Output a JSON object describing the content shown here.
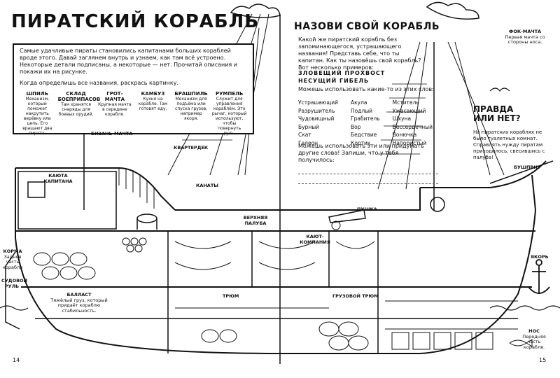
{
  "left": {
    "title": "ПИРАТСКИЙ КОРАБЛЬ",
    "intro_p1": "Самые удачливые пираты становились капитанами больших кораблей вроде этого. Давай заглянем внутрь и узнаем, как там всё устроено. Некоторые детали подписаны, а некоторые — нет. Прочитай описания и покажи их на рисунке.",
    "intro_p2": "Когда определишь все названия, раскрась картинку.",
    "terms": [
      {
        "title": "ШПИЛЬ",
        "desc": "Механизм, который поможет накрутить верёвку или цепь. Его вращают два пирата."
      },
      {
        "title": "СКЛАД БОЕПРИПАСОВ",
        "desc": "Там хранятся снаряды для боевых орудий."
      },
      {
        "title": "ГРОТ-МАЧТА",
        "desc": "Крупная мачта в середине корабля."
      },
      {
        "title": "КАМБУЗ",
        "desc": "Кухня на корабле. Там готовят еду."
      },
      {
        "title": "БРАШПИЛЬ",
        "desc": "Механизм для подъёма или спуска грузов, например якоря."
      },
      {
        "title": "РУМПЕЛЬ",
        "desc": "Служит для управления кораблём. Это рычаг, который используют, чтобы повернуть руль."
      }
    ],
    "page_number": "14"
  },
  "right": {
    "title": "НАЗОВИ СВОЙ КОРАБЛЬ",
    "intro": "Какой же пиратский корабль без запоминающегося, устрашающего названия! Представь себе, что ты капитан. Как ты назовёшь свой корабль? Вот несколько примеров:",
    "example1": "ЗЛОВЕЩИЙ ПРОХВОСТ",
    "example2": "НЕСУЩИЙ ГИБЕЛЬ",
    "can_use": "Можешь использовать какие-то из этих слов:",
    "words_col1": [
      "Устрашающий",
      "Разрушитель",
      "Чудовищный",
      "Бурный",
      "Скат",
      "Галеон"
    ],
    "words_col2": [
      "Акула",
      "Подлый",
      "Грабитель",
      "Вор",
      "Бедствие",
      "Кортик"
    ],
    "words_col3": [
      "Мститель",
      "Ужасающий",
      "Шхуна",
      "Бессердечный",
      "Вонючка",
      "Напористый"
    ],
    "more_words": "Можешь использовать эти или придумать другие слова! Запиши, что у тебя получилось:",
    "true_false_title": "ПРАВДА ИЛИ НЕТ?",
    "true_false_text": "На пиратских кораблях не было туалетных комнат. Справлять нужду пиратам приходилось, свесившись с палуба!",
    "page_number": "15"
  },
  "labels": {
    "bizan_machta": "БИЗАНЬ-МАЧТА",
    "kvarterdek": "КВАРТЕРДЕК",
    "kayuta_kapitana": "КАЮТА КАПИТАНА",
    "kanaty": "КАНАТЫ",
    "verkhnyaya_paluba": "ВЕРХНЯЯ ПАЛУБА",
    "pushka": "ПУШКА",
    "kayut_kompaniya": "КАЮТ-КОМПАНИЯ",
    "korma_title": "КОРМА",
    "korma_desc": "Задняя часть корабля",
    "sudovoy_rul": "СУДОВОЙ РУЛЬ",
    "ballast_title": "БАЛЛАСТ",
    "ballast_desc": "Тяжёлый груз, который придаёт кораблю стабильность.",
    "trum": "ТРЮМ",
    "gruzovoy_trum": "ГРУЗОВОЙ ТРЮМ",
    "fok_machta_title": "ФОК-МАЧТА",
    "fok_machta_desc": "Первая мачта со стороны носа.",
    "bushprit": "БУШПРИТ",
    "yakor": "ЯКОРЬ",
    "nos_title": "НОС",
    "nos_desc": "Передняя часть корабля."
  }
}
